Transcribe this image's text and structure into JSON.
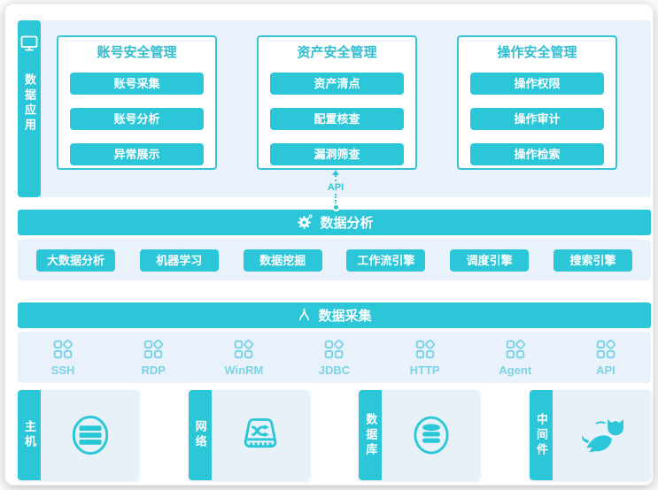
{
  "colors": {
    "teal": "#2BC7D8",
    "panel_light": "#E9F2FA",
    "infra_panel": "#E9F1F8",
    "box_border": "#35C4D3",
    "title_text": "#2FBDCF",
    "protocol_text": "#7CD3E6"
  },
  "app_layer": {
    "label": "数据应用",
    "groups": [
      {
        "title": "账号安全管理",
        "items": [
          "账号采集",
          "账号分析",
          "异常展示"
        ]
      },
      {
        "title": "资产安全管理",
        "items": [
          "资产清点",
          "配置核查",
          "漏洞筛查"
        ]
      },
      {
        "title": "操作安全管理",
        "items": [
          "操作权限",
          "操作审计",
          "操作检索"
        ]
      }
    ]
  },
  "api_connector": {
    "label": "API"
  },
  "analysis_layer": {
    "title": "数据分析",
    "engines": [
      "大数据分析",
      "机器学习",
      "数据挖掘",
      "工作流引擎",
      "调度引擎",
      "搜索引擎"
    ]
  },
  "collection_layer": {
    "title": "数据采集",
    "protocols": [
      "SSH",
      "RDP",
      "WinRM",
      "JDBC",
      "HTTP",
      "Agent",
      "API"
    ]
  },
  "infrastructure_layer": {
    "items": [
      {
        "label": "主机"
      },
      {
        "label": "网络"
      },
      {
        "label": "数据库"
      },
      {
        "label": "中间件"
      }
    ]
  }
}
